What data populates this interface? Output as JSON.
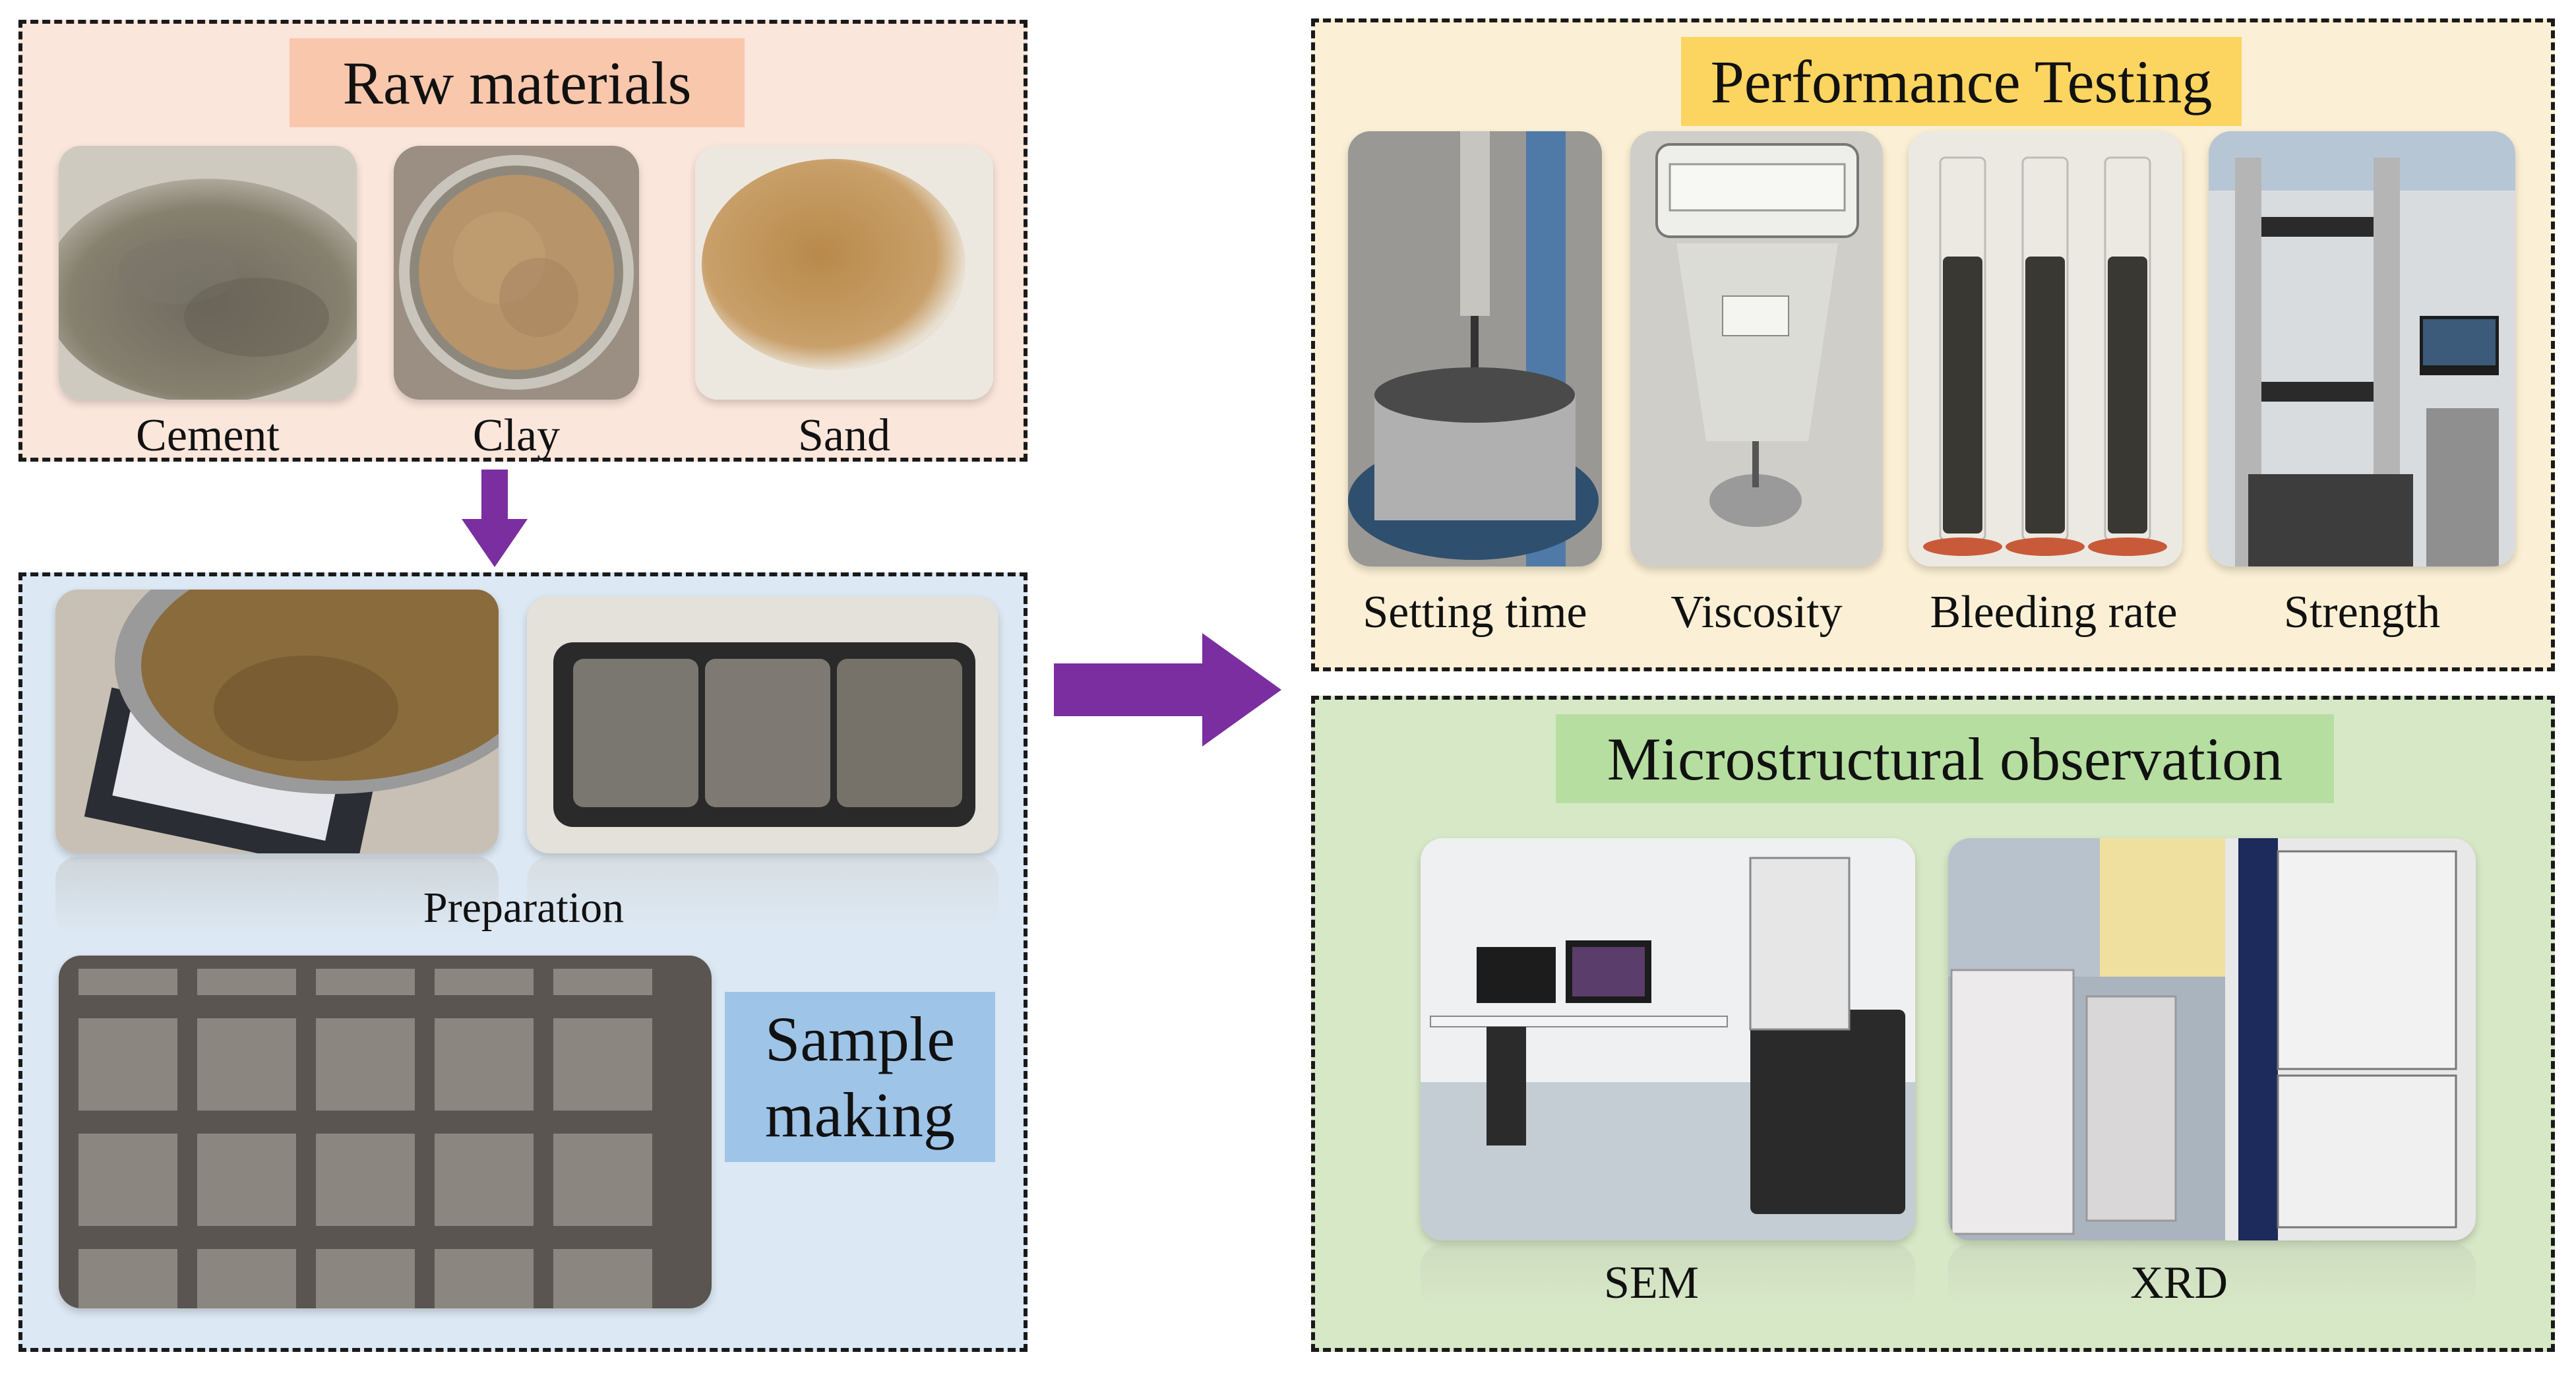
{
  "raw_materials": {
    "title": "Raw materials",
    "items": [
      "Cement",
      "Clay",
      "Sand"
    ]
  },
  "sample_making": {
    "title_line1": "Sample",
    "title_line2": "making",
    "preparation_label": "Preparation"
  },
  "performance_testing": {
    "title": "Performance Testing",
    "items": [
      "Setting time",
      "Viscosity",
      "Bleeding rate",
      "Strength"
    ]
  },
  "microstructural_observation": {
    "title": "Microstructural observation",
    "items": [
      "SEM",
      "XRD"
    ]
  },
  "colors": {
    "arrow": "#7a2ea0",
    "raw_bg": "#fbe6dc",
    "sample_bg": "#dce8f3",
    "performance_bg": "#fbf0d5",
    "micro_bg": "#d7e8c7"
  }
}
